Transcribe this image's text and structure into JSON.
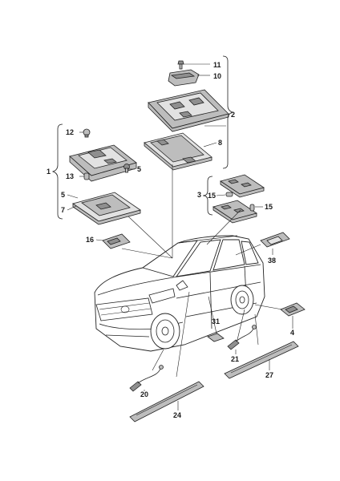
{
  "callouts": {
    "c1": "1",
    "c2": "2",
    "c3": "3",
    "c4": "4",
    "c5a": "5",
    "c5b": "5",
    "c7": "7",
    "c8": "8",
    "c10": "10",
    "c11": "11",
    "c12": "12",
    "c13": "13",
    "c15a": "15",
    "c15b": "15",
    "c16": "16",
    "c20": "20",
    "c21": "21",
    "c24": "24",
    "c27": "27",
    "c31": "31",
    "c38": "38"
  },
  "colors": {
    "part_fill": "#bdbdbd",
    "part_dark": "#8f8f8f",
    "line": "#222222"
  }
}
